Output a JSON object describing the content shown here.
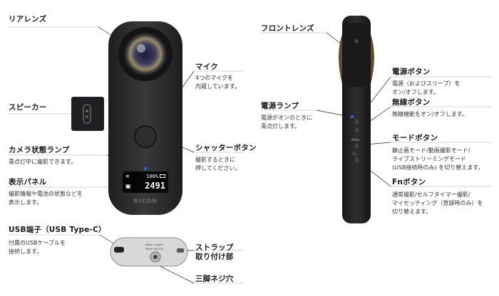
{
  "labels": {
    "rear_lens": "リアレンズ",
    "speaker": "スピーカー",
    "camera_lamp": "カメラ状態ランプ",
    "camera_lamp_desc": "青点灯中に撮影できます。",
    "display_panel": "表示パネル",
    "display_panel_desc": "撮影情報や電池の状態などを\n表示します。",
    "usb_port": "USB端子（USB Type-C）",
    "usb_port_desc": "付属のUSBケーブルを\n接続します。",
    "mic": "マイク",
    "mic_desc": "4つのマイクを\n内蔵しています。",
    "shutter": "シャッターボタン",
    "shutter_desc": "撮影するときに\n押してください。",
    "strap": "ストラップ\n取り付け部",
    "tripod": "三脚ネジ穴",
    "front_lens": "フロントレンズ",
    "power_lamp": "電源ランプ",
    "power_lamp_desc": "電源がオンのときに\n青点灯します。",
    "power_button": "電源ボタン",
    "power_button_desc": "電源（およびスリープ）を\nオン/オフします。",
    "wireless_button": "無線ボタン",
    "wireless_button_desc": "無線機能をオン/オフします。",
    "mode_button": "モードボタン",
    "mode_button_desc": "静止画モード/動画撮影モード/\nライブストリーミングモード\n(USB接続時のみ) を切り替えます。",
    "fn_button": "Fnボタン",
    "fn_button_desc": "通常撮影/セルフタイマー撮影/\nマイセッティング（登録時のみ）を\n切り替えます。"
  },
  "camera": {
    "display_battery": "100%",
    "display_count": "2491",
    "brand": "RICOH",
    "side_labels": [
      "Mode",
      "Fn"
    ],
    "bottom_text": "Made in Japan / Model R02020"
  },
  "colors": {
    "body": "#2b2b2d",
    "body_dark": "#1c1c1e",
    "lamp_blue": "#2b6cff",
    "rule": "#c9c9c9",
    "leader": "#222222"
  }
}
